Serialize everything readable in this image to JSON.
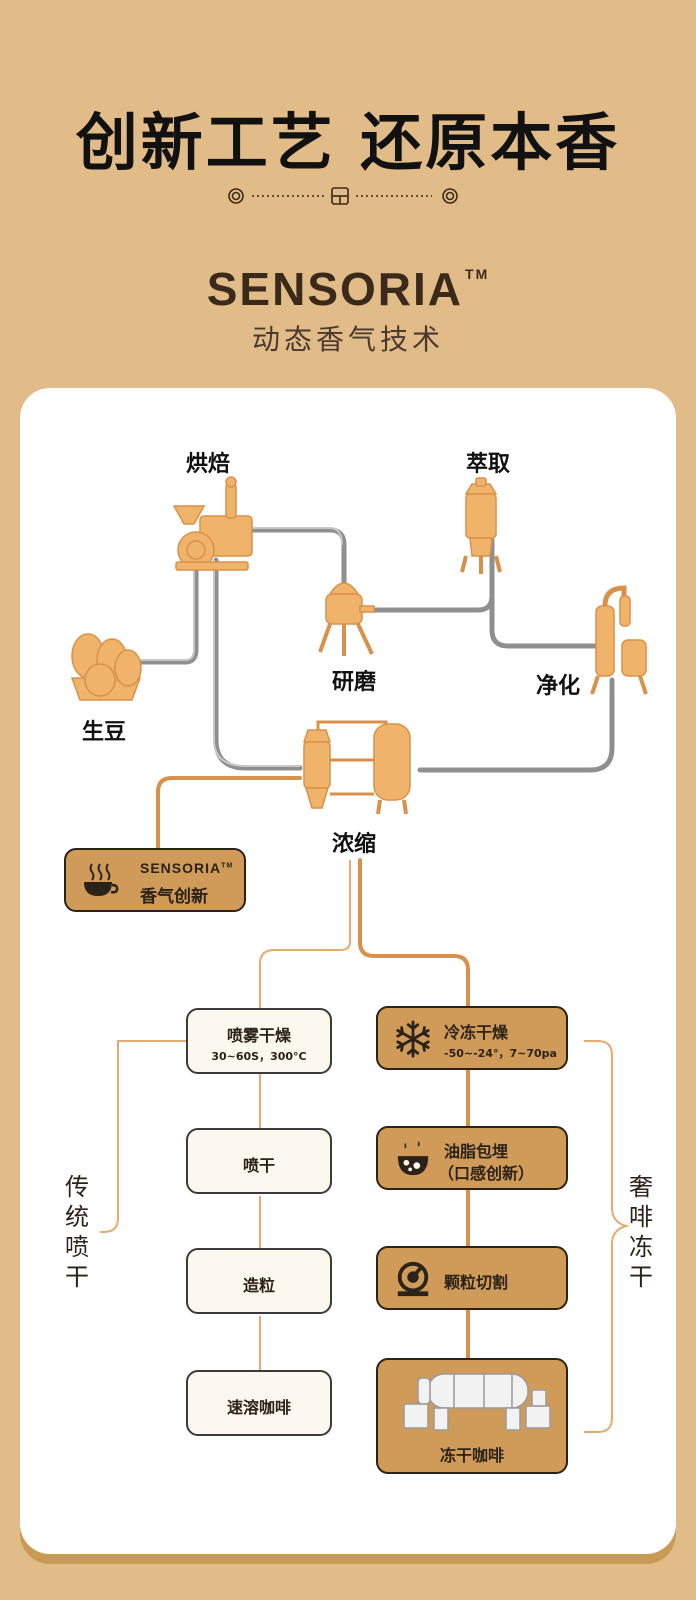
{
  "header": {
    "title": "创新工艺 还原本香",
    "brand": "SENSORIA",
    "brand_tm": "TM",
    "brand_subtitle": "动态香气技术"
  },
  "process": {
    "green_beans": "生豆",
    "roasting": "烘焙",
    "grinding": "研磨",
    "extraction": "萃取",
    "purification": "净化",
    "concentration": "浓缩"
  },
  "aroma_badge": {
    "brand": "SENSORIA",
    "brand_tm": "TM",
    "label": "香气创新"
  },
  "traditional": {
    "side_label": "传统喷干",
    "steps": [
      {
        "title": "喷雾干燥",
        "sub": "30~60S，300°C"
      },
      {
        "title": "喷干"
      },
      {
        "title": "造粒"
      },
      {
        "title": "速溶咖啡"
      }
    ]
  },
  "luxury": {
    "side_label": "奢啡冻干",
    "steps": [
      {
        "title": "冷冻干燥",
        "sub": "-50~-24°，7~70pa",
        "icon": "snowflake-icon"
      },
      {
        "title": "油脂包埋",
        "title2": "（口感创新）",
        "icon": "coffee-droplets-icon"
      },
      {
        "title": "颗粒切割",
        "icon": "cutting-machine-icon"
      },
      {
        "title": "冻干咖啡",
        "icon": "freeze-dryer-machine-icon"
      }
    ]
  },
  "colors": {
    "background": "#e2bc88",
    "card": "#ffffff",
    "accent": "#d09a58",
    "pipe": "#9c9c9c",
    "equipment": "#f0b36a"
  }
}
